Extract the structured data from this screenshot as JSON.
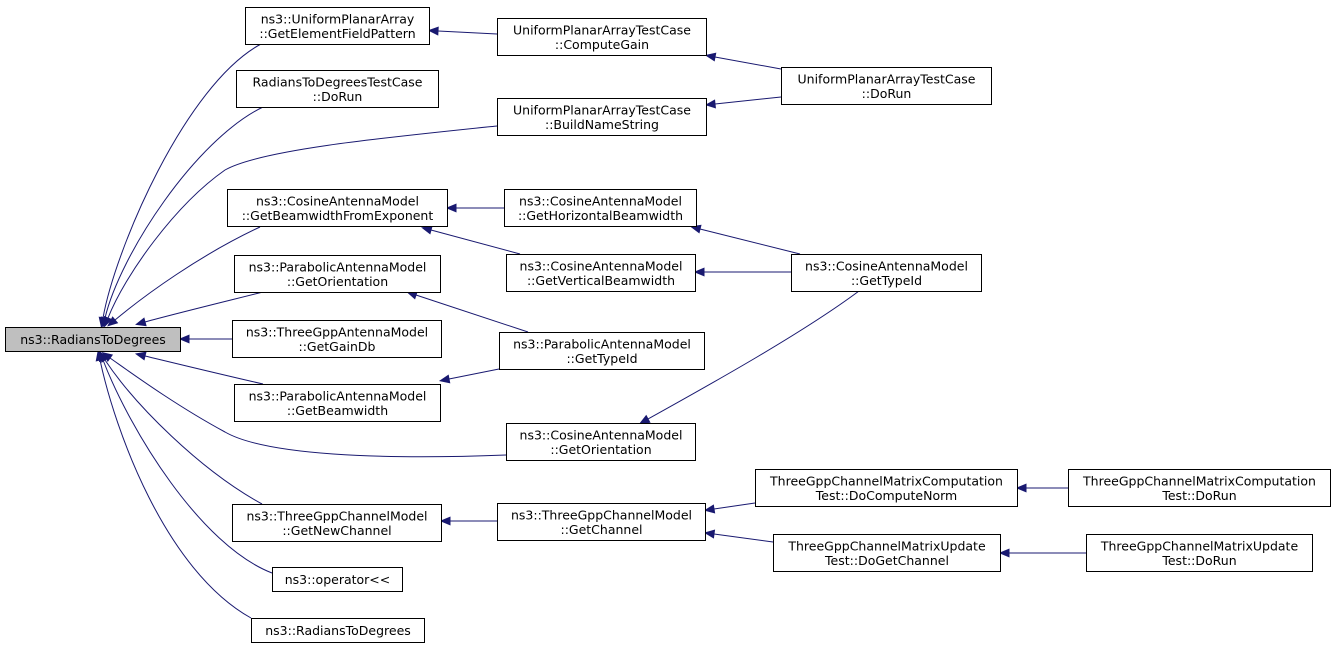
{
  "diagram": {
    "colors": {
      "edge": "#191970",
      "root_fill": "#bfbfbf",
      "node_fill": "#ffffff",
      "node_stroke": "#000000"
    },
    "nodes": [
      {
        "id": "root",
        "lines": [
          "ns3::RadiansToDegrees"
        ],
        "root": true
      },
      {
        "id": "upa_gefp",
        "lines": [
          "ns3::UniformPlanarArray",
          "::GetElementFieldPattern"
        ]
      },
      {
        "id": "rtd_dorun",
        "lines": [
          "RadiansToDegreesTestCase",
          "::DoRun"
        ]
      },
      {
        "id": "cam_gbfe",
        "lines": [
          "ns3::CosineAntennaModel",
          "::GetBeamwidthFromExponent"
        ]
      },
      {
        "id": "pam_gor",
        "lines": [
          "ns3::ParabolicAntennaModel",
          "::GetOrientation"
        ]
      },
      {
        "id": "tgam_ggdb",
        "lines": [
          "ns3::ThreeGppAntennaModel",
          "::GetGainDb"
        ]
      },
      {
        "id": "pam_gbw",
        "lines": [
          "ns3::ParabolicAntennaModel",
          "::GetBeamwidth"
        ]
      },
      {
        "id": "tgcm_gnc",
        "lines": [
          "ns3::ThreeGppChannelModel",
          "::GetNewChannel"
        ]
      },
      {
        "id": "op_ll",
        "lines": [
          "ns3::operator<<"
        ]
      },
      {
        "id": "rtd2",
        "lines": [
          "ns3::RadiansToDegrees"
        ]
      },
      {
        "id": "upatc_cg",
        "lines": [
          "UniformPlanarArrayTestCase",
          "::ComputeGain"
        ]
      },
      {
        "id": "upatc_bns",
        "lines": [
          "UniformPlanarArrayTestCase",
          "::BuildNameString"
        ]
      },
      {
        "id": "upatc_dorun",
        "lines": [
          "UniformPlanarArrayTestCase",
          "::DoRun"
        ]
      },
      {
        "id": "cam_ghb",
        "lines": [
          "ns3::CosineAntennaModel",
          "::GetHorizontalBeamwidth"
        ]
      },
      {
        "id": "cam_gvb",
        "lines": [
          "ns3::CosineAntennaModel",
          "::GetVerticalBeamwidth"
        ]
      },
      {
        "id": "cam_gtid",
        "lines": [
          "ns3::CosineAntennaModel",
          "::GetTypeId"
        ]
      },
      {
        "id": "pam_gtid",
        "lines": [
          "ns3::ParabolicAntennaModel",
          "::GetTypeId"
        ]
      },
      {
        "id": "cam_gor",
        "lines": [
          "ns3::CosineAntennaModel",
          "::GetOrientation"
        ]
      },
      {
        "id": "tgcm_gch",
        "lines": [
          "ns3::ThreeGppChannelModel",
          "::GetChannel"
        ]
      },
      {
        "id": "tgcmc_dcn",
        "lines": [
          "ThreeGppChannelMatrixComputation",
          "Test::DoComputeNorm"
        ]
      },
      {
        "id": "tgcmc_dorun",
        "lines": [
          "ThreeGppChannelMatrixComputation",
          "Test::DoRun"
        ]
      },
      {
        "id": "tgcmu_dgc",
        "lines": [
          "ThreeGppChannelMatrixUpdate",
          "Test::DoGetChannel"
        ]
      },
      {
        "id": "tgcmu_dorun",
        "lines": [
          "ThreeGppChannelMatrixUpdate",
          "Test::DoRun"
        ]
      }
    ],
    "edges": [
      {
        "from": "upa_gefp",
        "to": "root"
      },
      {
        "from": "rtd_dorun",
        "to": "root"
      },
      {
        "from": "upatc_bns",
        "to": "root"
      },
      {
        "from": "cam_gbfe",
        "to": "root"
      },
      {
        "from": "pam_gor",
        "to": "root"
      },
      {
        "from": "tgam_ggdb",
        "to": "root"
      },
      {
        "from": "pam_gbw",
        "to": "root"
      },
      {
        "from": "cam_gor",
        "to": "root"
      },
      {
        "from": "tgcm_gnc",
        "to": "root"
      },
      {
        "from": "op_ll",
        "to": "root"
      },
      {
        "from": "rtd2",
        "to": "root"
      },
      {
        "from": "upatc_cg",
        "to": "upa_gefp"
      },
      {
        "from": "upatc_dorun",
        "to": "upatc_cg"
      },
      {
        "from": "upatc_dorun",
        "to": "upatc_bns"
      },
      {
        "from": "cam_ghb",
        "to": "cam_gbfe"
      },
      {
        "from": "cam_gvb",
        "to": "cam_gbfe"
      },
      {
        "from": "cam_gtid",
        "to": "cam_ghb"
      },
      {
        "from": "cam_gtid",
        "to": "cam_gvb"
      },
      {
        "from": "cam_gtid",
        "to": "cam_gor"
      },
      {
        "from": "pam_gtid",
        "to": "pam_gor"
      },
      {
        "from": "pam_gtid",
        "to": "pam_gbw"
      },
      {
        "from": "tgcm_gch",
        "to": "tgcm_gnc"
      },
      {
        "from": "tgcmc_dcn",
        "to": "tgcm_gch"
      },
      {
        "from": "tgcmu_dgc",
        "to": "tgcm_gch"
      },
      {
        "from": "tgcmc_dorun",
        "to": "tgcmc_dcn"
      },
      {
        "from": "tgcmu_dorun",
        "to": "tgcmu_dgc"
      }
    ]
  }
}
